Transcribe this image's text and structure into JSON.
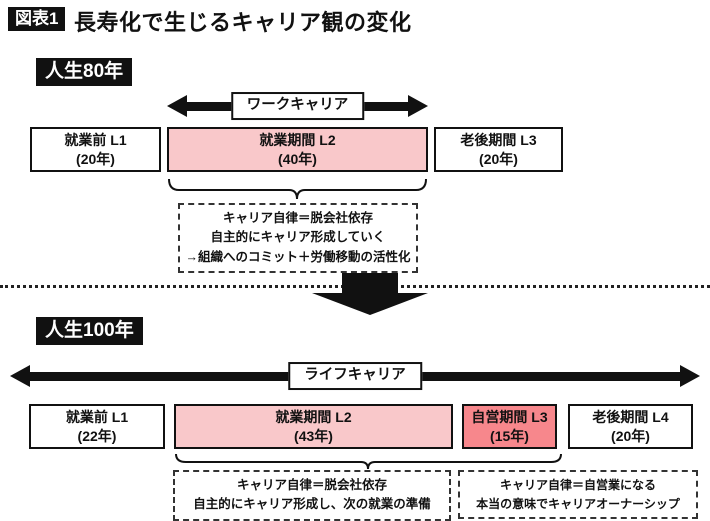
{
  "page": {
    "title_badge": "図表1",
    "title": "長寿化で生じるキャリア観の変化"
  },
  "colors": {
    "ink": "#111111",
    "pink_light": "#F9C8CA",
    "pink_dark": "#F7878C"
  },
  "section80": {
    "badge": "人生80年",
    "arrow_label": "ワークキャリア",
    "boxes": [
      {
        "line1": "就業前 L1",
        "line2": "(20年)"
      },
      {
        "line1": "就業期間 L2",
        "line2": "(40年)"
      },
      {
        "line1": "老後期間 L3",
        "line2": "(20年)"
      }
    ],
    "note_lines": [
      "キャリア自律＝脱会社依存",
      "自主的にキャリア形成していく",
      "→組織へのコミット＋労働移動の活性化"
    ]
  },
  "section100": {
    "badge": "人生100年",
    "arrow_label": "ライフキャリア",
    "boxes": [
      {
        "line1": "就業前 L1",
        "line2": "(22年)"
      },
      {
        "line1": "就業期間 L2",
        "line2": "(43年)"
      },
      {
        "line1": "自営期間 L3",
        "line2": "(15年)"
      },
      {
        "line1": "老後期間 L4",
        "line2": "(20年)"
      }
    ],
    "notes": [
      {
        "line1": "キャリア自律＝脱会社依存",
        "line2": "自主的にキャリア形成し、次の就業の準備"
      },
      {
        "line1": "キャリア自律＝自営業になる",
        "line2": "本当の意味でキャリアオーナーシップ"
      }
    ]
  }
}
